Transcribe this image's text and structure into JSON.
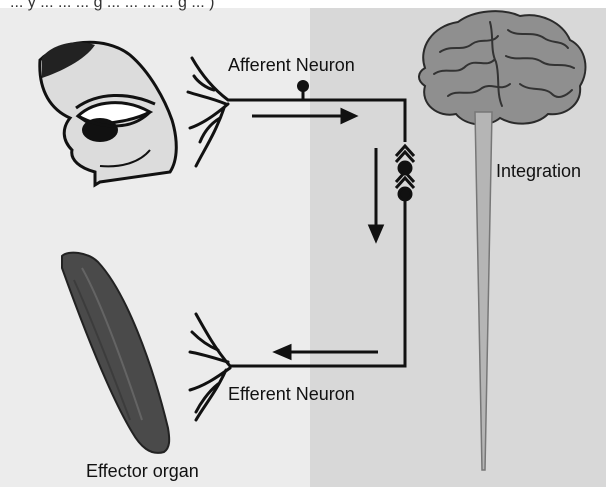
{
  "labels": {
    "afferent": "Afferent Neuron",
    "efferent": "Efferent Neuron",
    "integration": "Integration",
    "effector": "Effector organ"
  },
  "top_cut_text": "... y ... ... ... g ... ... ... ... g ... )",
  "colors": {
    "left_panel": "#ececec",
    "right_panel": "#d8d8d8",
    "line": "#111111",
    "brain": "#8f8f8f",
    "brain_folds": "#3a3a3a",
    "spinal_cord": "#b5b5b5",
    "muscle": "#4a4a4a"
  }
}
